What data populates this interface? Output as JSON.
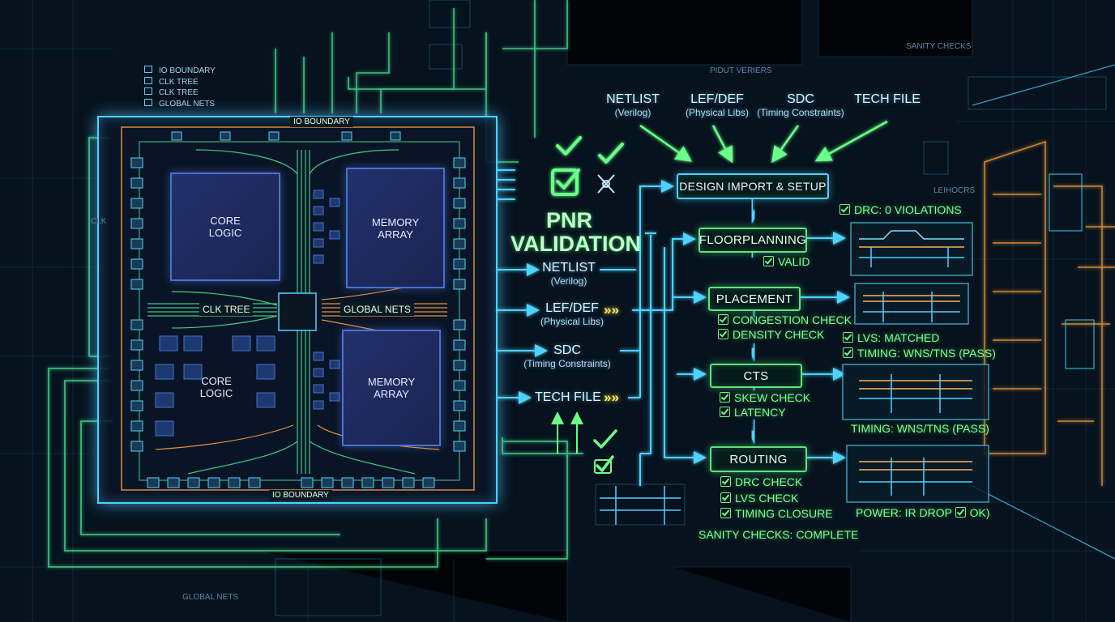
{
  "legend": [
    "IO BOUNDARY",
    "CLK TREE",
    "CLK TREE",
    "GLOBAL NETS"
  ],
  "chip": {
    "io_top": "IO BOUNDARY",
    "io_bottom": "IO BOUNDARY",
    "clk_tree": "CLK TREE",
    "global_nets": "GLOBAL NETS",
    "core_logic_1": "CORE LOGIC",
    "core_logic_2": "CORE LOGIC",
    "memory_1": "MEMORY ARRAY",
    "memory_2": "MEMORY ARRAY",
    "bottom_left_label": "GLOBAL NETS",
    "left_label": "CLK"
  },
  "title": "PNR VALIDATION",
  "mid_inputs": [
    {
      "name": "NETLIST",
      "sub": "(Verilog)"
    },
    {
      "name": "LEF/DEF",
      "sub": "(Physical Libs)"
    },
    {
      "name": "SDC",
      "sub": "(Timing Constraints)"
    },
    {
      "name": "TECH FILE",
      "sub": ""
    }
  ],
  "top_inputs": [
    {
      "name": "NETLIST",
      "sub": "(Verilog)"
    },
    {
      "name": "LEF/DEF",
      "sub": "(Physical Libs)"
    },
    {
      "name": "SDC",
      "sub": "(Timing Constraints)"
    },
    {
      "name": "TECH FILE",
      "sub": ""
    }
  ],
  "flow": {
    "import": "DESIGN IMPORT & SETUP",
    "floorplanning": "FLOORPLANNING",
    "floorplanning_checks": [
      "VALID"
    ],
    "placement": "PLACEMENT",
    "placement_checks": [
      "CONGESTION CHECK",
      "DENSITY CHECK"
    ],
    "cts": "CTS",
    "cts_checks": [
      "SKEW CHECK",
      "LATENCY"
    ],
    "routing": "ROUTING",
    "routing_checks": [
      "DRC CHECK",
      "LVS CHECK",
      "TIMING CLOSURE"
    ],
    "complete": "SANITY CHECKS: COMPLETE"
  },
  "results": {
    "drc": "DRC: 0 VIOLATIONS",
    "lvs": "LVS: MATCHED",
    "timing1": "TIMING: WNS/TNS (PASS)",
    "timing2": "TIMING: WNS/TNS (PASS)",
    "power": "POWER: IR DROP",
    "power_ok": "OK)"
  },
  "background": {
    "sanity_checks": "SANITY CHECKS",
    "top_center": "PIDUT VERIERS",
    "right_label": "LEIHOCRS"
  },
  "colors": {
    "green": "#5fe37c",
    "cyan": "#4fd2ff",
    "orange": "#f09a3e",
    "blue": "#4a6fd0"
  }
}
